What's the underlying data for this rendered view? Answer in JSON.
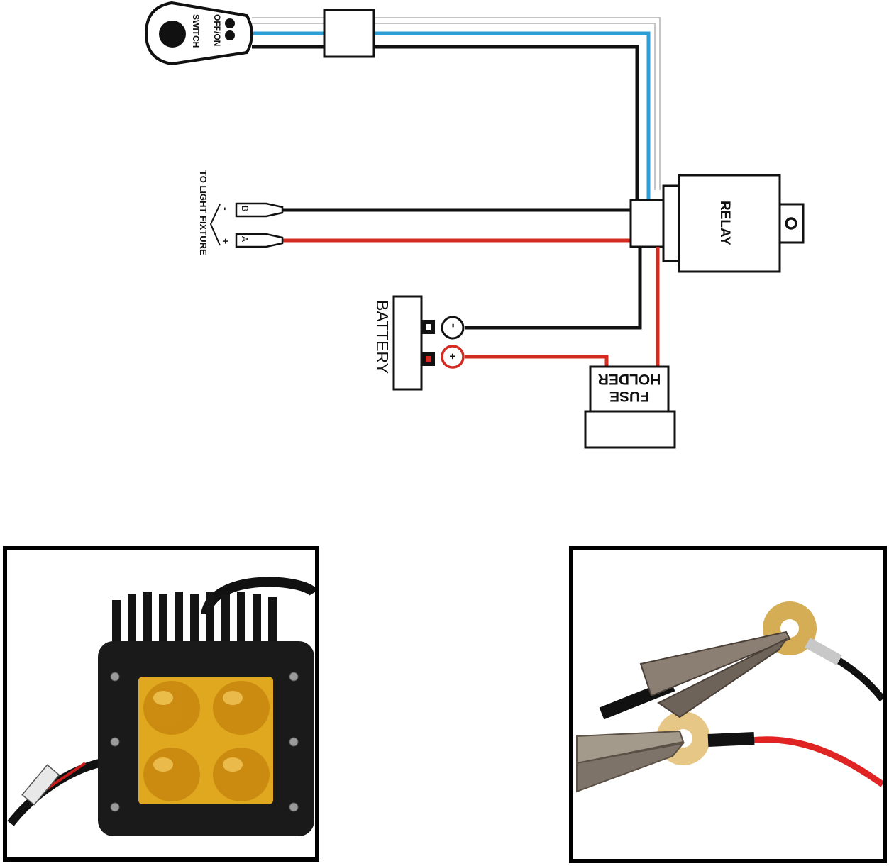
{
  "switch": {
    "label_top": "OFF/ON",
    "label_bottom": "SWITCH"
  },
  "relay": {
    "label": "RELAY"
  },
  "light_fixture": {
    "label": "TO LIGHT FIXTURE",
    "terminal_b": "B",
    "terminal_a": "A",
    "negative_sign": "-",
    "positive_sign": "+"
  },
  "battery": {
    "label": "BATTERY",
    "negative_sign": "-",
    "positive_sign": "+"
  },
  "fuse": {
    "label_line1": "FUSE",
    "label_line2": "HOLDER"
  },
  "colors": {
    "black_wire": "#111111",
    "blue_wire": "#2a9fd8",
    "red_wire": "#d42a20",
    "white_wire": "#bbbbbb",
    "amber_lens": "#e0a81e"
  },
  "photos": [
    {
      "subject": "amber-led-pod-light"
    },
    {
      "subject": "battery-alligator-clips-with-ring-terminals"
    }
  ]
}
